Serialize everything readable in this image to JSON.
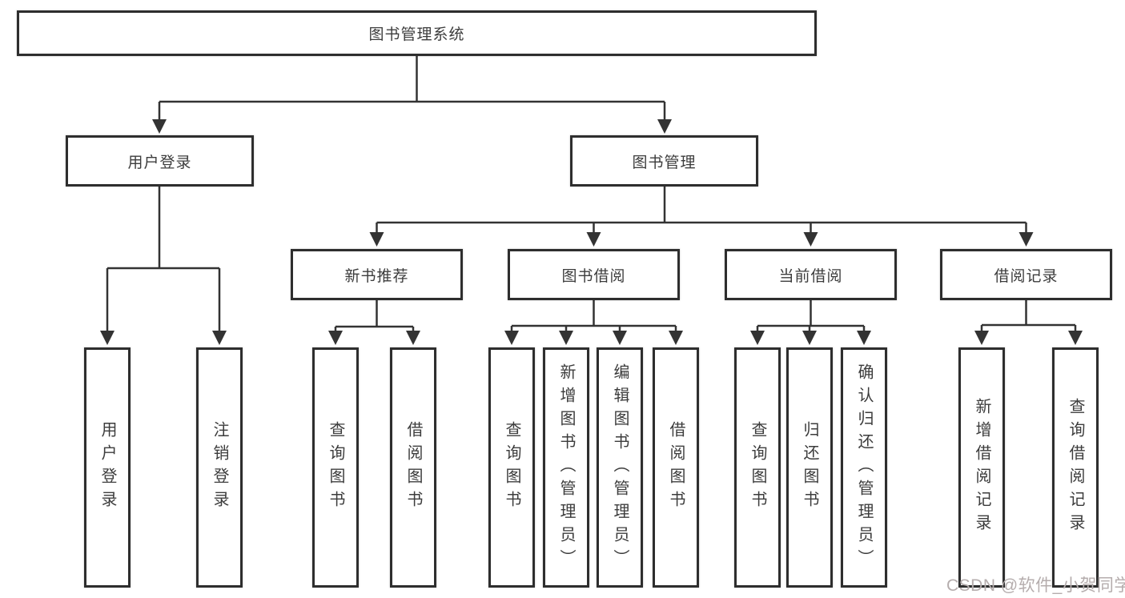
{
  "nodes": {
    "root": {
      "label": "图书管理系统"
    },
    "level2": [
      {
        "label": "用户登录"
      },
      {
        "label": "图书管理"
      }
    ],
    "level3": [
      {
        "label": "新书推荐"
      },
      {
        "label": "图书借阅"
      },
      {
        "label": "当前借阅"
      },
      {
        "label": "借阅记录"
      }
    ],
    "leaves": {
      "user_login": [
        {
          "label": "用户登录"
        },
        {
          "label": "注销登录"
        }
      ],
      "new_book": [
        {
          "label": "查询图书"
        },
        {
          "label": "借阅图书"
        }
      ],
      "book_borrow": [
        {
          "label": "查询图书"
        },
        {
          "label": "新增图书（管理员）"
        },
        {
          "label": "编辑图书（管理员）"
        },
        {
          "label": "借阅图书"
        }
      ],
      "current_borrow": [
        {
          "label": "查询图书"
        },
        {
          "label": "归还图书"
        },
        {
          "label": "确认归还（管理员）"
        }
      ],
      "borrow_records": [
        {
          "label": "新增借阅记录"
        },
        {
          "label": "查询借阅记录"
        }
      ]
    }
  },
  "watermark": {
    "text": "CSDN @软件_小贺同学"
  },
  "colors": {
    "line": "#333333",
    "box_border": "#2e2e2e",
    "text": "#3c3c3c",
    "watermark": "#b5adad",
    "background": "#ffffff"
  }
}
